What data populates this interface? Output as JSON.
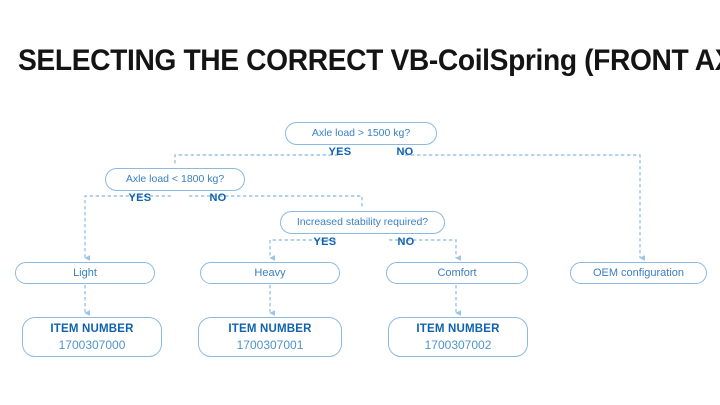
{
  "title": "SELECTING THE CORRECT VB-CoilSpring (FRONT AXLE)",
  "colors": {
    "title_text": "#141414",
    "box_border": "#8cb9e0",
    "box_text": "#3a80c4",
    "branch_label": "#0f62b0",
    "item_heading": "#0f62b0",
    "item_number": "#4f94cf",
    "connector": "#9cc4e4",
    "background": "#ffffff"
  },
  "decisions": [
    {
      "id": "axle-load-1500",
      "question": "Axle load > 1500 kg?",
      "yes_label": "YES",
      "no_label": "NO"
    },
    {
      "id": "axle-load-1800",
      "question": "Axle load < 1800 kg?",
      "yes_label": "YES",
      "no_label": "NO"
    },
    {
      "id": "increased-stability",
      "question": "Increased stability required?",
      "yes_label": "YES",
      "no_label": "NO"
    }
  ],
  "results": [
    {
      "id": "light",
      "label": "Light"
    },
    {
      "id": "heavy",
      "label": "Heavy"
    },
    {
      "id": "comfort",
      "label": "Comfort"
    },
    {
      "id": "oem",
      "label": "OEM configuration"
    }
  ],
  "items": [
    {
      "id": "item-light",
      "heading": "ITEM NUMBER",
      "number": "1700307000"
    },
    {
      "id": "item-heavy",
      "heading": "ITEM NUMBER",
      "number": "1700307001"
    },
    {
      "id": "item-comfort",
      "heading": "ITEM NUMBER",
      "number": "1700307002"
    }
  ]
}
